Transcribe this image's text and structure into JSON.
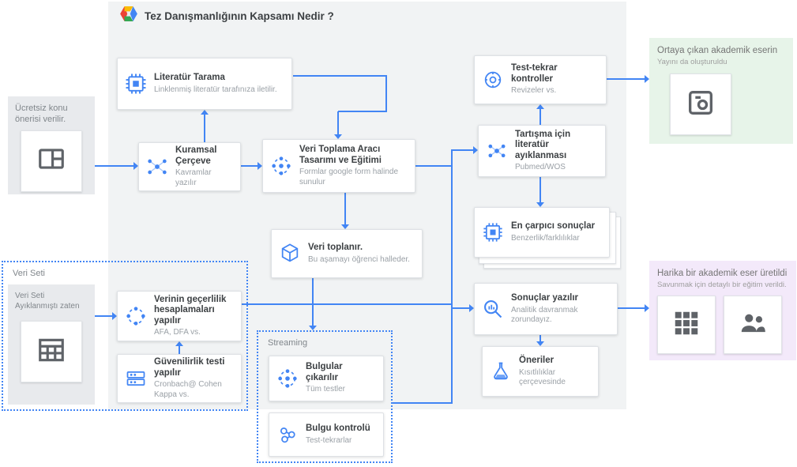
{
  "header": {
    "title": "Tez Danışmanlığının Kapsamı Nedir ?"
  },
  "zones": {
    "free_topic": {
      "label": "Ücretsiz konu önerisi verilir."
    },
    "dataset": {
      "label": "Veri Seti",
      "inner_label": "Veri Seti Ayıklanmıştı zaten"
    },
    "streaming": {
      "label": "Streaming"
    },
    "published": {
      "title": "Ortaya çıkan akademik eserin",
      "subtitle": "Yayını da oluşturuldu"
    },
    "final": {
      "title": "Harika bir akademik eser üretildi",
      "subtitle": "Savunmak için detaylı bir eğitim verildi."
    }
  },
  "cards": {
    "literatur": {
      "title": "Literatür Tarama",
      "subtitle": "Linklenmiş literatür tarafınıza iletilir."
    },
    "kuramsal": {
      "title": "Kuramsal Çerçeve",
      "subtitle": "Kavramlar yazılır"
    },
    "veri_toplama": {
      "title": "Veri Toplama Aracı Tasarımı ve Eğitimi",
      "subtitle": "Formlar google form halinde sunulur"
    },
    "veri_toplanir": {
      "title": "Veri toplanır.",
      "subtitle": "Bu aşamayı öğrenci halleder."
    },
    "gecerlilik": {
      "title": "Verinin geçerlilik hesaplamaları yapılır",
      "subtitle": "AFA, DFA vs."
    },
    "guvenilirlik": {
      "title": "Güvenilirlik testi yapılır",
      "subtitle": "Cronbach@ Cohen Kappa vs."
    },
    "bulgular": {
      "title": "Bulgular çıkarılır",
      "subtitle": "Tüm testler"
    },
    "bulgu_kontrol": {
      "title": "Bulgu kontrolü",
      "subtitle": "Test-tekrarlar"
    },
    "test_tekrar": {
      "title": "Test-tekrar kontroller",
      "subtitle": "Revizeler vs."
    },
    "tartisma": {
      "title": "Tartışma için literatür ayıklanması",
      "subtitle": "Pubmed/WOS"
    },
    "carpici": {
      "title": "En çarpıcı sonuçlar",
      "subtitle": "Benzerlik/farklılıklar"
    },
    "sonuclar": {
      "title": "Sonuçlar yazılır",
      "subtitle": "Analitik davranmak zorundayız."
    },
    "oneriler": {
      "title": "Öneriler",
      "subtitle": "Kısıtlılıklar çerçevesinde"
    }
  },
  "icons": [
    "gcp-hexagon-logo",
    "chip",
    "network-nodes",
    "process-ring",
    "cube",
    "layer-bars",
    "cluster",
    "gauge",
    "search-analytics",
    "flask",
    "card-layout",
    "data-table",
    "publish-doc",
    "grid-table",
    "people"
  ],
  "colors": {
    "accent_blue": "#4285f4",
    "zone_gray": "#f1f3f4",
    "box_gray": "#e8eaed",
    "zone_green": "#e7f4e9",
    "zone_purple": "#f3e9fa"
  }
}
